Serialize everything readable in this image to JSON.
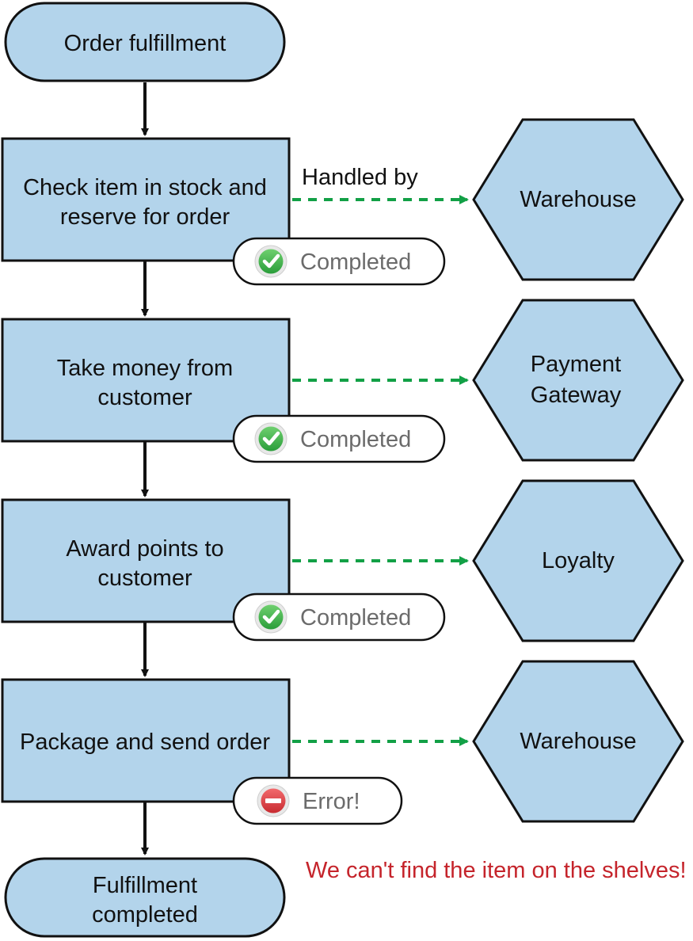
{
  "flow": {
    "start": {
      "line1": "Order fulfillment"
    },
    "steps": [
      {
        "line1": "Check item in stock and",
        "line2": "reserve for order",
        "status": "Completed",
        "status_kind": "success",
        "service": {
          "line1": "Warehouse",
          "line2": ""
        },
        "edge_label": "Handled by"
      },
      {
        "line1": "Take money from",
        "line2": "customer",
        "status": "Completed",
        "status_kind": "success",
        "service": {
          "line1": "Payment",
          "line2": "Gateway"
        },
        "edge_label": ""
      },
      {
        "line1": "Award points to",
        "line2": "customer",
        "status": "Completed",
        "status_kind": "success",
        "service": {
          "line1": "Loyalty",
          "line2": ""
        },
        "edge_label": ""
      },
      {
        "line1": "Package and send order",
        "line2": "",
        "status": "Error!",
        "status_kind": "error",
        "service": {
          "line1": "Warehouse",
          "line2": ""
        },
        "edge_label": ""
      }
    ],
    "end": {
      "line1": "Fulfillment",
      "line2": "completed"
    },
    "error_note": "We can't find the item on the shelves!"
  },
  "colors": {
    "node_fill": "#b3d4eb",
    "node_stroke": "#111111",
    "dashed_arrow": "#12a046",
    "success_icon": "#3bb54a",
    "error_icon": "#e0393e",
    "error_text": "#c5242b",
    "status_text": "#6b6b6b"
  },
  "icons": {
    "success": "check-circle-icon",
    "error": "no-entry-icon"
  }
}
